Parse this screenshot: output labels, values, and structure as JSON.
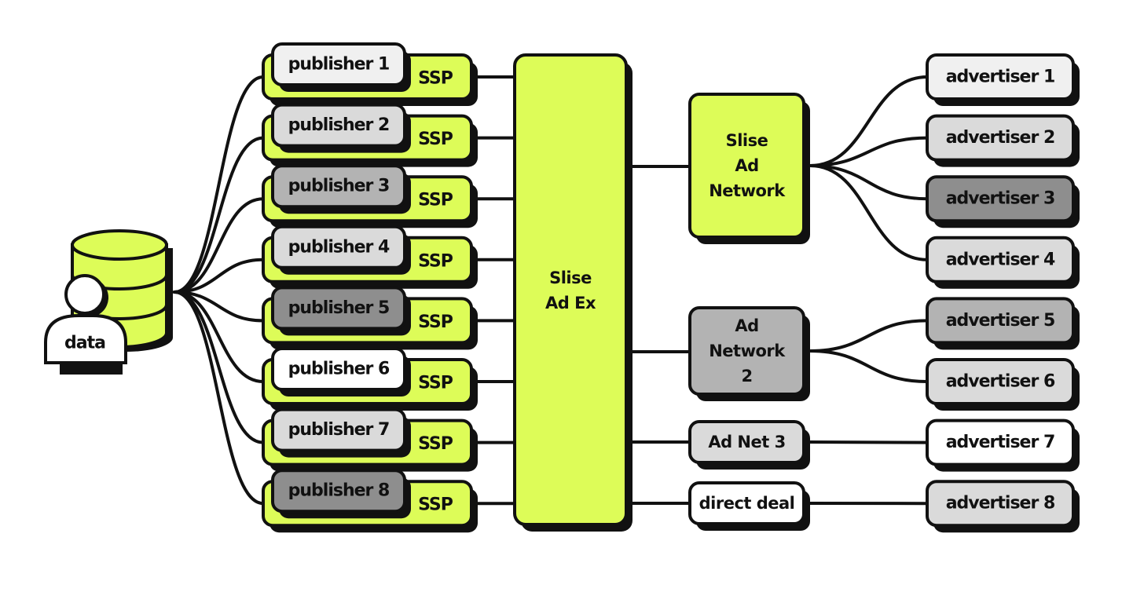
{
  "colors": {
    "lime": "#DDFC58",
    "white": "#FFFFFF",
    "light": "#F0F0F0",
    "mid": "#DADADA",
    "gray": "#B3B3B3",
    "dark": "#8E8E8E",
    "ink": "#111111"
  },
  "data_node": {
    "label": "data",
    "icon": "database-user-icon"
  },
  "ssp_label": "SSP",
  "publishers": [
    {
      "label": "publisher 1",
      "fill": "light"
    },
    {
      "label": "publisher 2",
      "fill": "mid"
    },
    {
      "label": "publisher 3",
      "fill": "gray"
    },
    {
      "label": "publisher 4",
      "fill": "mid"
    },
    {
      "label": "publisher 5",
      "fill": "dark"
    },
    {
      "label": "publisher 6",
      "fill": "white"
    },
    {
      "label": "publisher 7",
      "fill": "mid"
    },
    {
      "label": "publisher 8",
      "fill": "dark"
    }
  ],
  "ad_exchange": {
    "lines": [
      "Slise",
      "Ad Ex"
    ]
  },
  "networks": [
    {
      "lines": [
        "Slise",
        "Ad",
        "Network"
      ],
      "fill": "lime",
      "advertisers": [
        1,
        2,
        3,
        4
      ]
    },
    {
      "lines": [
        "Ad",
        "Network",
        "2"
      ],
      "fill": "gray",
      "advertisers": [
        5,
        6
      ]
    },
    {
      "lines": [
        "Ad Net 3"
      ],
      "fill": "mid",
      "advertisers": [
        7
      ]
    },
    {
      "lines": [
        "direct deal"
      ],
      "fill": "white",
      "advertisers": [
        8
      ]
    }
  ],
  "advertisers": [
    {
      "label": "advertiser 1",
      "fill": "light"
    },
    {
      "label": "advertiser 2",
      "fill": "mid"
    },
    {
      "label": "advertiser 3",
      "fill": "dark"
    },
    {
      "label": "advertiser 4",
      "fill": "mid"
    },
    {
      "label": "advertiser 5",
      "fill": "gray"
    },
    {
      "label": "advertiser 6",
      "fill": "mid"
    },
    {
      "label": "advertiser 7",
      "fill": "white"
    },
    {
      "label": "advertiser 8",
      "fill": "mid"
    }
  ]
}
